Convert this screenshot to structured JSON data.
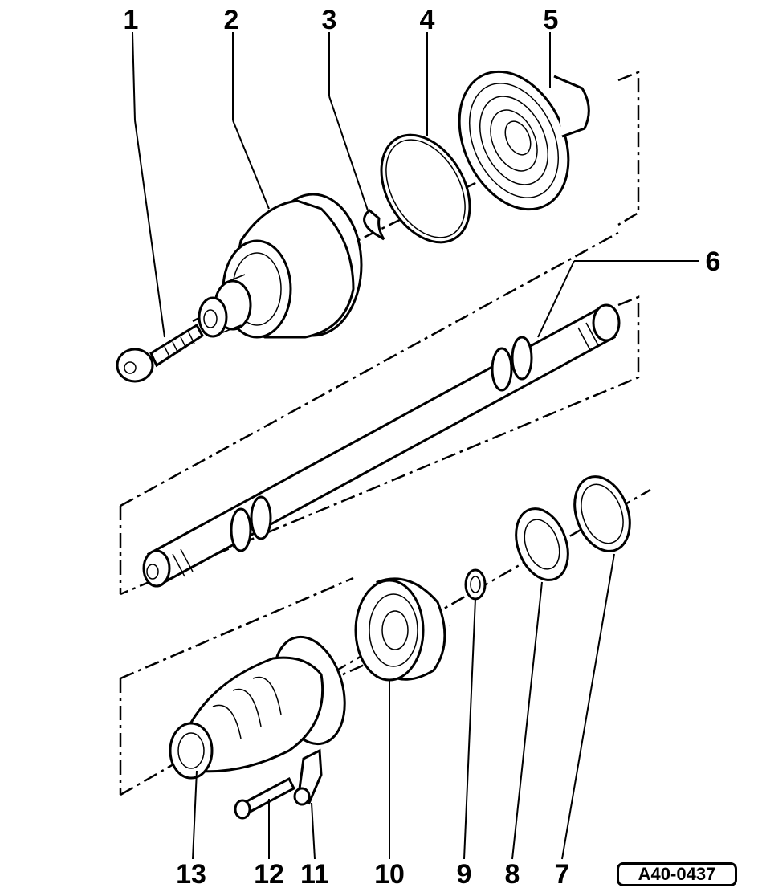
{
  "labels": {
    "p1": "1",
    "p2": "2",
    "p3": "3",
    "p4": "4",
    "p5": "5",
    "p6": "6",
    "p7": "7",
    "p8": "8",
    "p9": "9",
    "p10": "10",
    "p11": "11",
    "p12": "12",
    "p13": "13"
  },
  "reference": "A40-0437"
}
